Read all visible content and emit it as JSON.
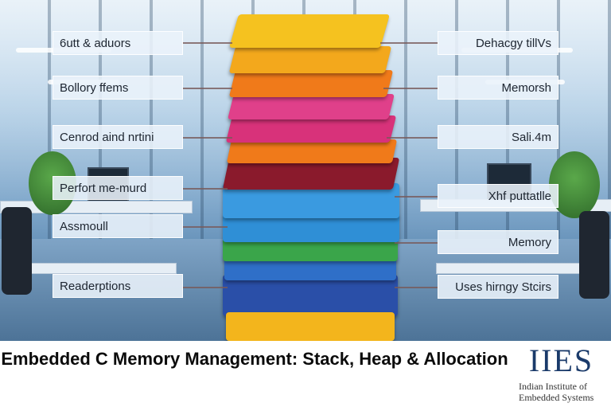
{
  "labels_left": [
    "6utt & aduors",
    "Bollory ffems",
    "Cenrod aind nrtini",
    "Perfort me-murd",
    "Assmoull",
    "Readerptions"
  ],
  "labels_right": [
    "Dehacgy tillVs",
    "Memorsh",
    "Sali.4m",
    "Xhf puttatlle",
    "Memory",
    "Uses hirngy Stcirs"
  ],
  "title": "Embedded C Memory Management: Stack, Heap & Allocation",
  "logo": {
    "mark": "IIES",
    "line1": "Indian Institute of",
    "line2": "Embedded Systems"
  },
  "colors": {
    "yellow": "#f3b51c",
    "orange": "#f07a1a",
    "magenta": "#d8327a",
    "crimson": "#8a1a2c",
    "blue": "#2f8fd6",
    "green": "#3aa54a",
    "navy": "#2a4fa8",
    "logo": "#1a3a6a"
  }
}
